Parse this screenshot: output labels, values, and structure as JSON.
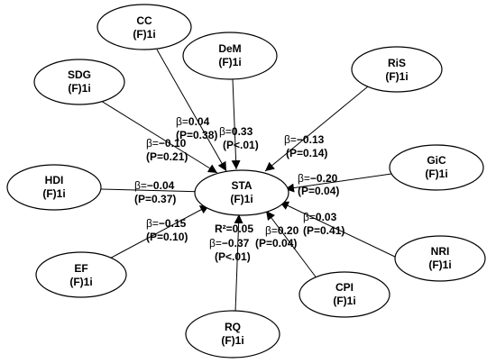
{
  "diagram": {
    "center": {
      "id": "STA",
      "name": "STA",
      "sub": "(F)1i"
    },
    "nodes": [
      {
        "id": "CC",
        "name": "CC",
        "sub": "(F)1i"
      },
      {
        "id": "DeM",
        "name": "DeM",
        "sub": "(F)1i"
      },
      {
        "id": "SDG",
        "name": "SDG",
        "sub": "(F)1i"
      },
      {
        "id": "RiS",
        "name": "RiS",
        "sub": "(F)1i"
      },
      {
        "id": "HDI",
        "name": "HDI",
        "sub": "(F)1i"
      },
      {
        "id": "GiC",
        "name": "GiC",
        "sub": "(F)1i"
      },
      {
        "id": "EF",
        "name": "EF",
        "sub": "(F)1i"
      },
      {
        "id": "NRI",
        "name": "NRI",
        "sub": "(F)1i"
      },
      {
        "id": "CPI",
        "name": "CPI",
        "sub": "(F)1i"
      },
      {
        "id": "RQ",
        "name": "RQ",
        "sub": "(F)1i"
      }
    ],
    "paths": [
      {
        "from": "CC",
        "beta_prefix": "β=",
        "beta": "0.04",
        "p": "(P=0.38)"
      },
      {
        "from": "DeM",
        "beta_prefix": "β=",
        "beta": "0.33",
        "p": "(P<.01)"
      },
      {
        "from": "SDG",
        "beta_prefix": "β=",
        "beta": "−0.10",
        "p": "(P=0.21)"
      },
      {
        "from": "RiS",
        "beta_prefix": "β=",
        "beta": "−0.13",
        "p": "(P=0.14)"
      },
      {
        "from": "HDI",
        "beta_prefix": "β=",
        "beta": "−0.04",
        "p": "(P=0.37)"
      },
      {
        "from": "GiC",
        "beta_prefix": "β=",
        "beta": "−0.20",
        "p": "(P=0.04)"
      },
      {
        "from": "EF",
        "beta_prefix": "β=",
        "beta": "−0.15",
        "p": "(P=0.10)"
      },
      {
        "from": "NRI",
        "beta_prefix": "β=",
        "beta": "0.03",
        "p": "(P=0.41)"
      },
      {
        "from": "CPI",
        "beta_prefix": "β=",
        "beta": "0.20",
        "p": "(P=0.04)"
      },
      {
        "from": "RQ",
        "beta_prefix": "β=",
        "beta": "−0.37",
        "p": "(P<.01)"
      }
    ],
    "r_squared": "R²=0.05"
  }
}
